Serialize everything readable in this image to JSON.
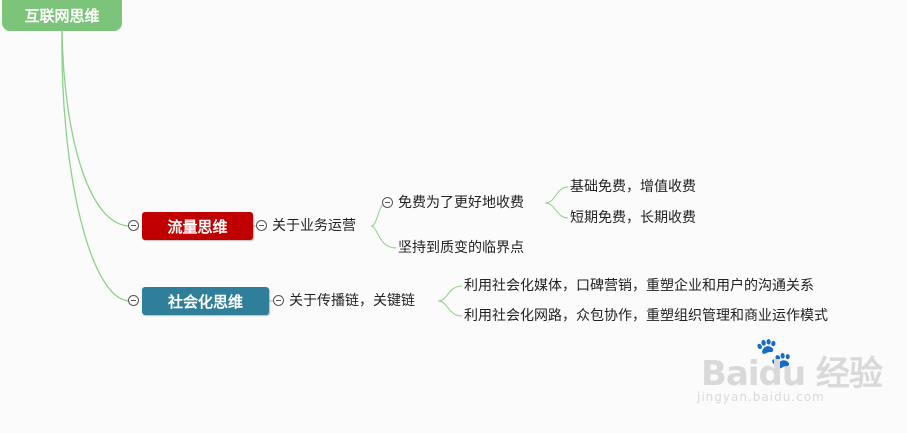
{
  "root": {
    "label": "互联网思维",
    "color": "#7cc47a"
  },
  "branches": {
    "traffic": {
      "label": "流量思维",
      "color": "#c00000",
      "sub": {
        "label": "关于业务运营",
        "items": [
          {
            "label": "免费为了更好地收费",
            "children": [
              "基础免费，增值收费",
              "短期免费，长期收费"
            ]
          },
          {
            "label": "坚持到质变的临界点"
          }
        ]
      }
    },
    "social": {
      "label": "社会化思维",
      "color": "#2f7f9a",
      "sub": {
        "label": "关于传播链，关键链",
        "children": [
          "利用社会化媒体，口碑营销，重塑企业和用户的沟通关系",
          "利用社会化网路，众包协作，重塑组织管理和商业运作模式"
        ]
      }
    }
  },
  "watermark": {
    "main": "Baidu 经验",
    "url": "jingyan.baidu.com"
  }
}
